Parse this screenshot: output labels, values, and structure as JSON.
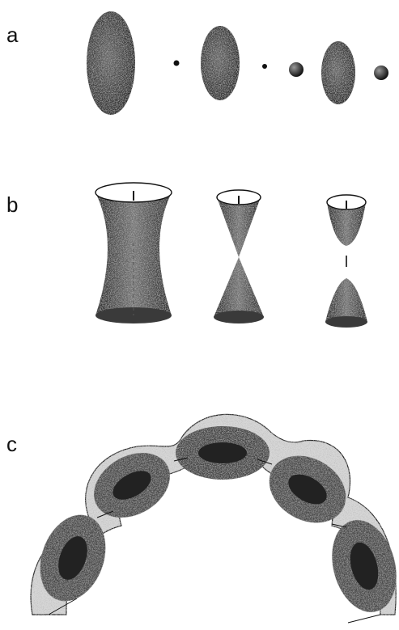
{
  "figure": {
    "panels": [
      {
        "id": "a",
        "label": "a"
      },
      {
        "id": "b",
        "label": "b"
      },
      {
        "id": "c",
        "label": "c"
      }
    ]
  },
  "colors": {
    "ink": "#111111",
    "fill_dark": "#3a3a3a",
    "fill_mid": "#6a6a6a",
    "fill_light": "#bdbdbd",
    "paper": "#ffffff"
  }
}
